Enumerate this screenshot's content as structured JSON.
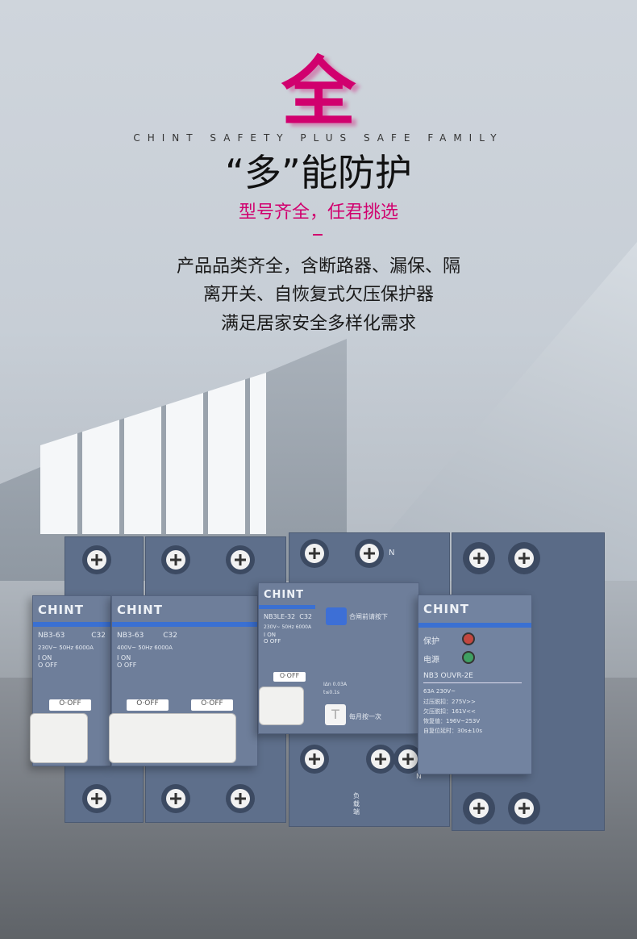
{
  "hero": {
    "big_char": "全",
    "tagline_en": "CHINT SAFETY PLUS SAFE FAMILY",
    "title": "“多”能防护",
    "subtitle": "型号齐全，任君挑选"
  },
  "description": [
    "产品品类齐全，含断路器、漏保、隔",
    "离开关、自恢复式欠压保护器",
    "满足居家安全多样化需求"
  ],
  "colors": {
    "accent": "#d1006e",
    "device_body": "#5e6f8b",
    "stripe": "#3a70d2"
  },
  "products": {
    "mcb1": {
      "brand": "CHINT",
      "model": "NB3-63",
      "rating": "C32",
      "spec": "230V~  50Hz  6000A",
      "on": "I ON",
      "off": "O OFF",
      "handle": "O·OFF"
    },
    "mcb2": {
      "brand": "CHINT",
      "model": "NB3-63",
      "rating": "C32",
      "spec": "400V~  50Hz  6000A",
      "on": "I ON",
      "off": "O OFF",
      "handle1": "O·OFF",
      "handle2": "O·OFF"
    },
    "rcbo": {
      "brand": "CHINT",
      "model": "NB3LE-32",
      "rating": "C32",
      "spec": "230V~  50Hz  6000A",
      "on": "I ON",
      "off": "O OFF",
      "handle": "O·OFF",
      "reset_hint": "合闸前请按下",
      "leak": "IΔn 0.03A",
      "time": "t≤0.1s",
      "test_button": "T",
      "test_hint": "每月按一次",
      "n_label_top": "N",
      "n_label_bottom": "N",
      "load_side": "负载端"
    },
    "ouvr": {
      "brand": "CHINT",
      "protect": "保护",
      "power": "电源",
      "model": "NB3  OUVR-2E",
      "rating": "63A    230V~",
      "over": "过压脱扣：275V>>",
      "under": "欠压脱扣：161V<<",
      "recover": "恢复值：196V~253V",
      "delay": "自复位延时：30s±10s"
    }
  }
}
